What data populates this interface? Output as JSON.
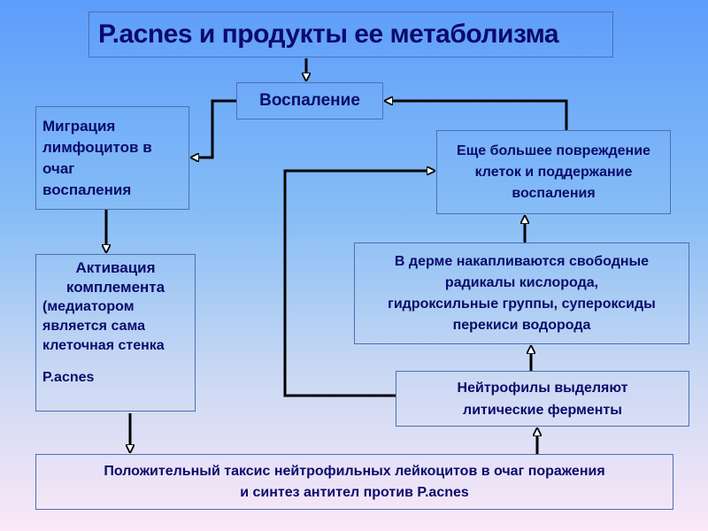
{
  "title": "P.acnes и продукты ее метаболизма",
  "nodes": {
    "inflammation": "Воспаление",
    "migration": [
      "Миграция",
      "лимфоцитов в",
      "очаг",
      "воспаления"
    ],
    "activation": {
      "heading": [
        "Активация",
        "комплемента"
      ],
      "body": [
        "(медиатором",
        "является сама",
        "клеточная стенка"
      ],
      "footer": "P.acnes"
    },
    "damage": [
      "Еще большее повреждение",
      "клеток и поддержание",
      "воспаления"
    ],
    "derm": [
      "В дерме накапливаются свободные",
      "радикалы кислорода,",
      "гидроксильные группы, супероксиды",
      "перекиси водорода"
    ],
    "neutrophils": [
      "Нейтрофилы выделяют",
      "литические ферменты"
    ],
    "taxis": [
      "Положительный таксис нейтрофильных лейкоцитов в очаг поражения",
      "и синтез антител против P.acnes"
    ]
  },
  "colors": {
    "text": "#0b0b6b",
    "border": "#4d6fb3",
    "arrow": "#000000"
  }
}
